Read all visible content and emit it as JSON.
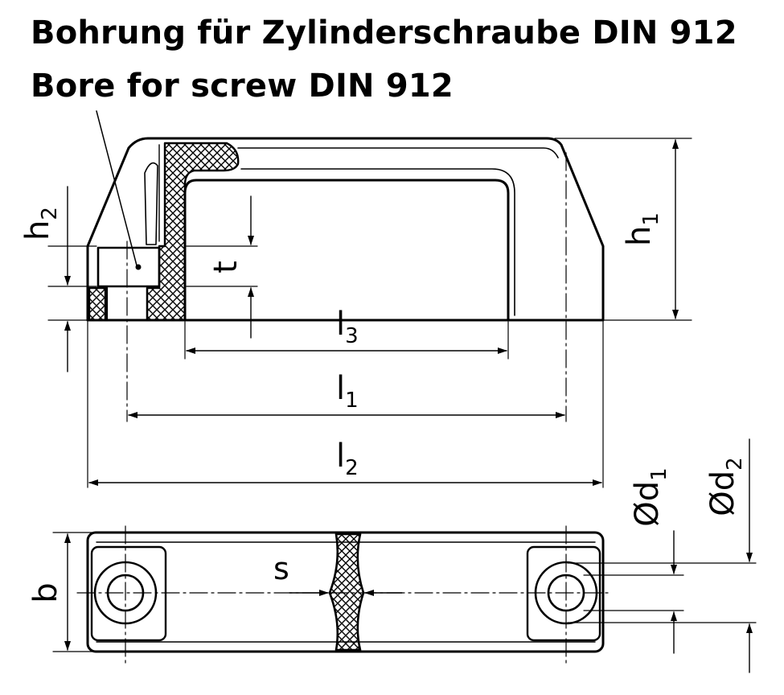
{
  "header": {
    "title_de": "Bohrung für Zylinderschraube DIN 912",
    "title_en": "Bore for screw DIN 912"
  },
  "labels": {
    "h1": "h",
    "h1_sub": "1",
    "h2": "h",
    "h2_sub": "2",
    "t": "t",
    "l3": "l",
    "l3_sub": "3",
    "l1": "l",
    "l1_sub": "1",
    "l2": "l",
    "l2_sub": "2",
    "d1": "Ød",
    "d1_sub": "1",
    "d2": "Ød",
    "d2_sub": "2",
    "s": "s",
    "b": "b"
  }
}
